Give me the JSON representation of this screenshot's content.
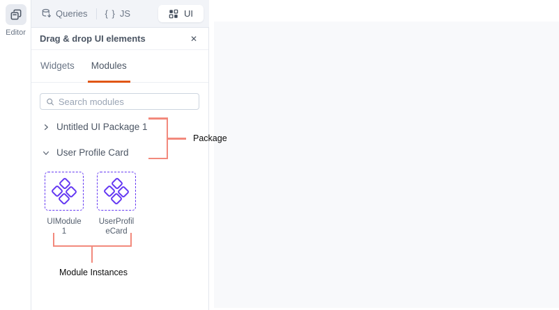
{
  "colors": {
    "accent_orange": "#E15615",
    "module_purple": "#6438F2",
    "annotation_salmon": "#F2897C",
    "canvas_bg": "#F8F9FB",
    "topbar_bg": "#F2F4F8"
  },
  "icons": {
    "rail_editor": "stacked-pages-icon",
    "queries": "database-icon",
    "js_glyph": "{ }",
    "ui": "grid-layout-icon",
    "search": "magnifier-icon",
    "close_glyph": "✕",
    "tree_collapsed": "chevron-right-icon",
    "tree_expanded": "chevron-down-icon",
    "module": "diamond-cluster-icon"
  },
  "rail": {
    "editor_label": "Editor"
  },
  "topbar": {
    "queries_label": "Queries",
    "js_label": "JS",
    "ui_label": "UI"
  },
  "panel": {
    "title": "Drag & drop UI elements",
    "tabs": [
      {
        "label": "Widgets",
        "active": false
      },
      {
        "label": "Modules",
        "active": true
      }
    ],
    "search": {
      "placeholder": "Search modules",
      "value": ""
    },
    "tree": [
      {
        "label": "Untitled UI Package 1",
        "state": "collapsed"
      },
      {
        "label": "User Profile Card",
        "state": "expanded"
      }
    ],
    "module_instances": [
      {
        "name": "UIModule 1"
      },
      {
        "name": "UserProfileCard"
      }
    ]
  },
  "annotations": {
    "package_label": "Package",
    "module_instances_label": "Module Instances"
  }
}
